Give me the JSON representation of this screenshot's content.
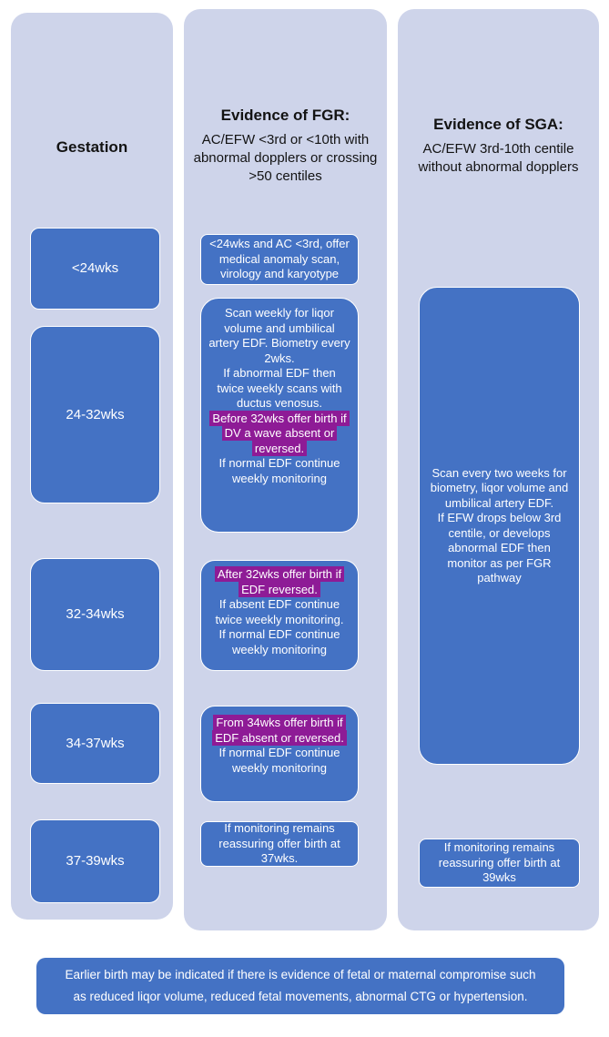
{
  "colors": {
    "page_bg": "#ffffff",
    "column_bg": "#ced4ea",
    "box_blue": "#4472c4",
    "box_border": "#ffffff",
    "highlight": "#8e1b96",
    "heading_text": "#131313",
    "box_text": "#ffffff"
  },
  "columns": {
    "gestation": {
      "title": "Gestation",
      "rows": [
        {
          "label": "<24wks"
        },
        {
          "label": "24-32wks"
        },
        {
          "label": "32-34wks"
        },
        {
          "label": "34-37wks"
        },
        {
          "label": "37-39wks"
        }
      ]
    },
    "fgr": {
      "title": "Evidence of FGR:",
      "subtitle": "AC/EFW <3rd or <10th with abnormal dopplers or crossing >50 centiles",
      "boxes": {
        "under24": {
          "text": "<24wks and AC <3rd, offer medical anomaly scan, virology and karyotype"
        },
        "wks24_32": {
          "p1": "Scan weekly for liqor volume and umbilical artery EDF. Biometry every 2wks.",
          "p2": "If abnormal EDF then twice weekly scans with ductus venosus.",
          "highlight": "Before 32wks offer birth if DV a wave absent or reversed.",
          "p3": "If normal EDF continue weekly monitoring"
        },
        "wks32_34": {
          "highlight": "After 32wks offer birth if EDF reversed.",
          "p1": "If absent EDF continue twice weekly monitoring.",
          "p2": "If normal EDF continue weekly monitoring"
        },
        "wks34_37": {
          "highlight": "From 34wks offer birth if EDF absent or reversed.",
          "p1": "If normal EDF continue weekly monitoring"
        },
        "wks37_39": {
          "text": "If monitoring remains reassuring offer birth at 37wks."
        }
      }
    },
    "sga": {
      "title": "Evidence of SGA:",
      "subtitle": "AC/EFW 3rd-10th centile without abnormal dopplers",
      "boxes": {
        "main": {
          "p1": "Scan every two weeks for biometry, liqor volume and umbilical artery EDF.",
          "p2": "If EFW drops below 3rd centile, or develops abnormal EDF then monitor as per FGR pathway"
        },
        "wks37_39": {
          "text": "If monitoring remains reassuring offer birth at 39wks"
        }
      }
    }
  },
  "footnote": {
    "text": "Earlier birth may be indicated if there is evidence of fetal or maternal compromise such as reduced liqor volume, reduced fetal movements, abnormal CTG or hypertension."
  }
}
